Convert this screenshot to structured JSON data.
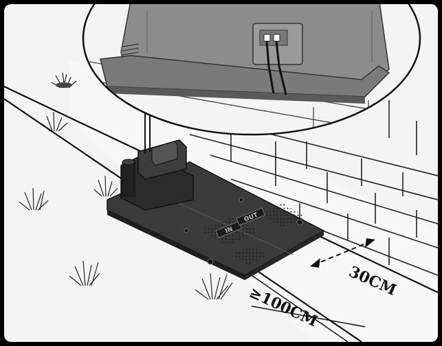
{
  "illustration": {
    "label_wall_distance": "30CM",
    "label_edge_distance": "≥100CM",
    "dock_mark_left": "IN",
    "dock_mark_right": "OUT",
    "colors": {
      "background": "#000000",
      "paper": "#f4f4f4",
      "dock_body": "#2c2c2c",
      "dock_top": "#3a3a3a",
      "dock_gray": "#8a8a8a",
      "line": "#111111"
    }
  }
}
